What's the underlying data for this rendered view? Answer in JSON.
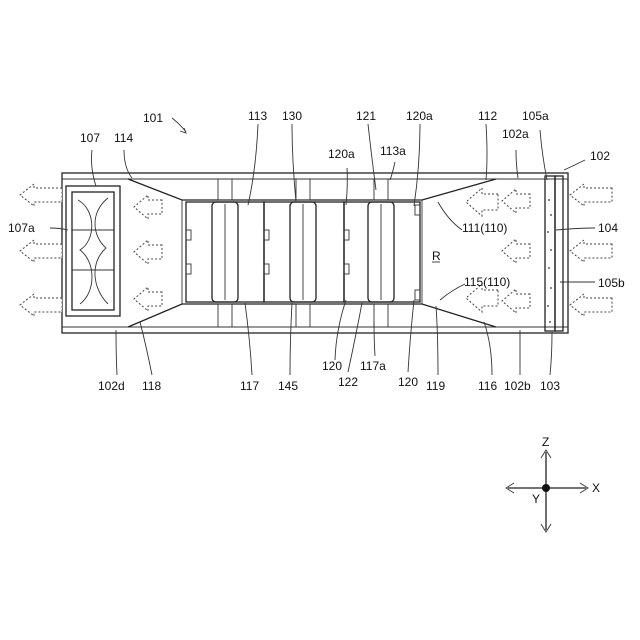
{
  "labels": {
    "l101": "101",
    "l107": "107",
    "l114": "114",
    "l113": "113",
    "l130": "130",
    "l121": "121",
    "l120a_top": "120a",
    "l112": "112",
    "l102a": "102a",
    "l105a": "105a",
    "l102": "102",
    "l120a_mid": "120a",
    "l113a": "113a",
    "l107a": "107a",
    "l111": "111(110)",
    "l104": "104",
    "lR": "R",
    "l115": "115(110)",
    "l105b": "105b",
    "l120_mid": "120",
    "l117a": "117a",
    "l102d": "102d",
    "l118": "118",
    "l117": "117",
    "l145": "145",
    "l122": "122",
    "l120_bot": "120",
    "l119": "119",
    "l116": "116",
    "l102b": "102b",
    "l103": "103"
  },
  "axes": {
    "z": "Z",
    "x": "X",
    "y": "Y"
  }
}
